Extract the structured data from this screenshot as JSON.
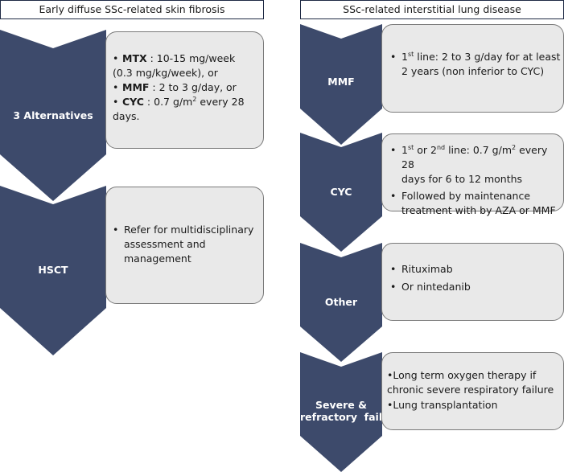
{
  "left_column": {
    "header": "Early diffuse SSc-related skin fibrosis",
    "blocks": [
      {
        "label": "3 Alternatives",
        "items": [
          {
            "bold": "MTX",
            "text": " : 10-15 mg/week",
            "cont": "(0.3 mg/kg/week), or"
          },
          {
            "bold": "MMF",
            "text": " : 2 to 3 g/day, or"
          },
          {
            "bold": "CYC",
            "text": " : 0.7 g/m",
            "sup": "2",
            "after": " every 28",
            "cont": "days."
          }
        ]
      },
      {
        "label": "HSCT",
        "items": [
          {
            "text": "Refer for multidisciplinary",
            "cont": "assessment and",
            "cont2": "management"
          }
        ]
      }
    ]
  },
  "right_column": {
    "header": "SSc-related interstitial lung disease",
    "blocks": [
      {
        "label": "MMF",
        "items": [
          {
            "pre": "1",
            "sup": "st",
            "text": " line: 2 to 3 g/day for at least",
            "cont": "2 years (non inferior to CYC)"
          }
        ]
      },
      {
        "label": "CYC",
        "items": [
          {
            "pre": "1",
            "sup": "st",
            "mid": " or 2",
            "sup2": "nd",
            "text": " line: 0.7 g/m",
            "sup3": "2",
            "after": " every 28",
            "cont": "days for 6 to 12 months"
          },
          {
            "text": "Followed by maintenance",
            "cont": "treatment with by AZA or MMF"
          }
        ]
      },
      {
        "label": "Other",
        "items": [
          {
            "text": "Rituximab"
          },
          {
            "text": "Or nintedanib"
          }
        ]
      },
      {
        "label_line1": "Severe &",
        "label_line2": "refractory  failure",
        "items": [
          {
            "text": "•Long term oxygen therapy if",
            "cont": "chronic severe respiratory failure"
          },
          {
            "text": "•Lung transplantation"
          }
        ]
      }
    ]
  },
  "colors": {
    "chevron": "#3d4a6b",
    "card_bg": "#e9e9e9",
    "card_border": "#7a7a7a",
    "header_border": "#1f2a44"
  }
}
